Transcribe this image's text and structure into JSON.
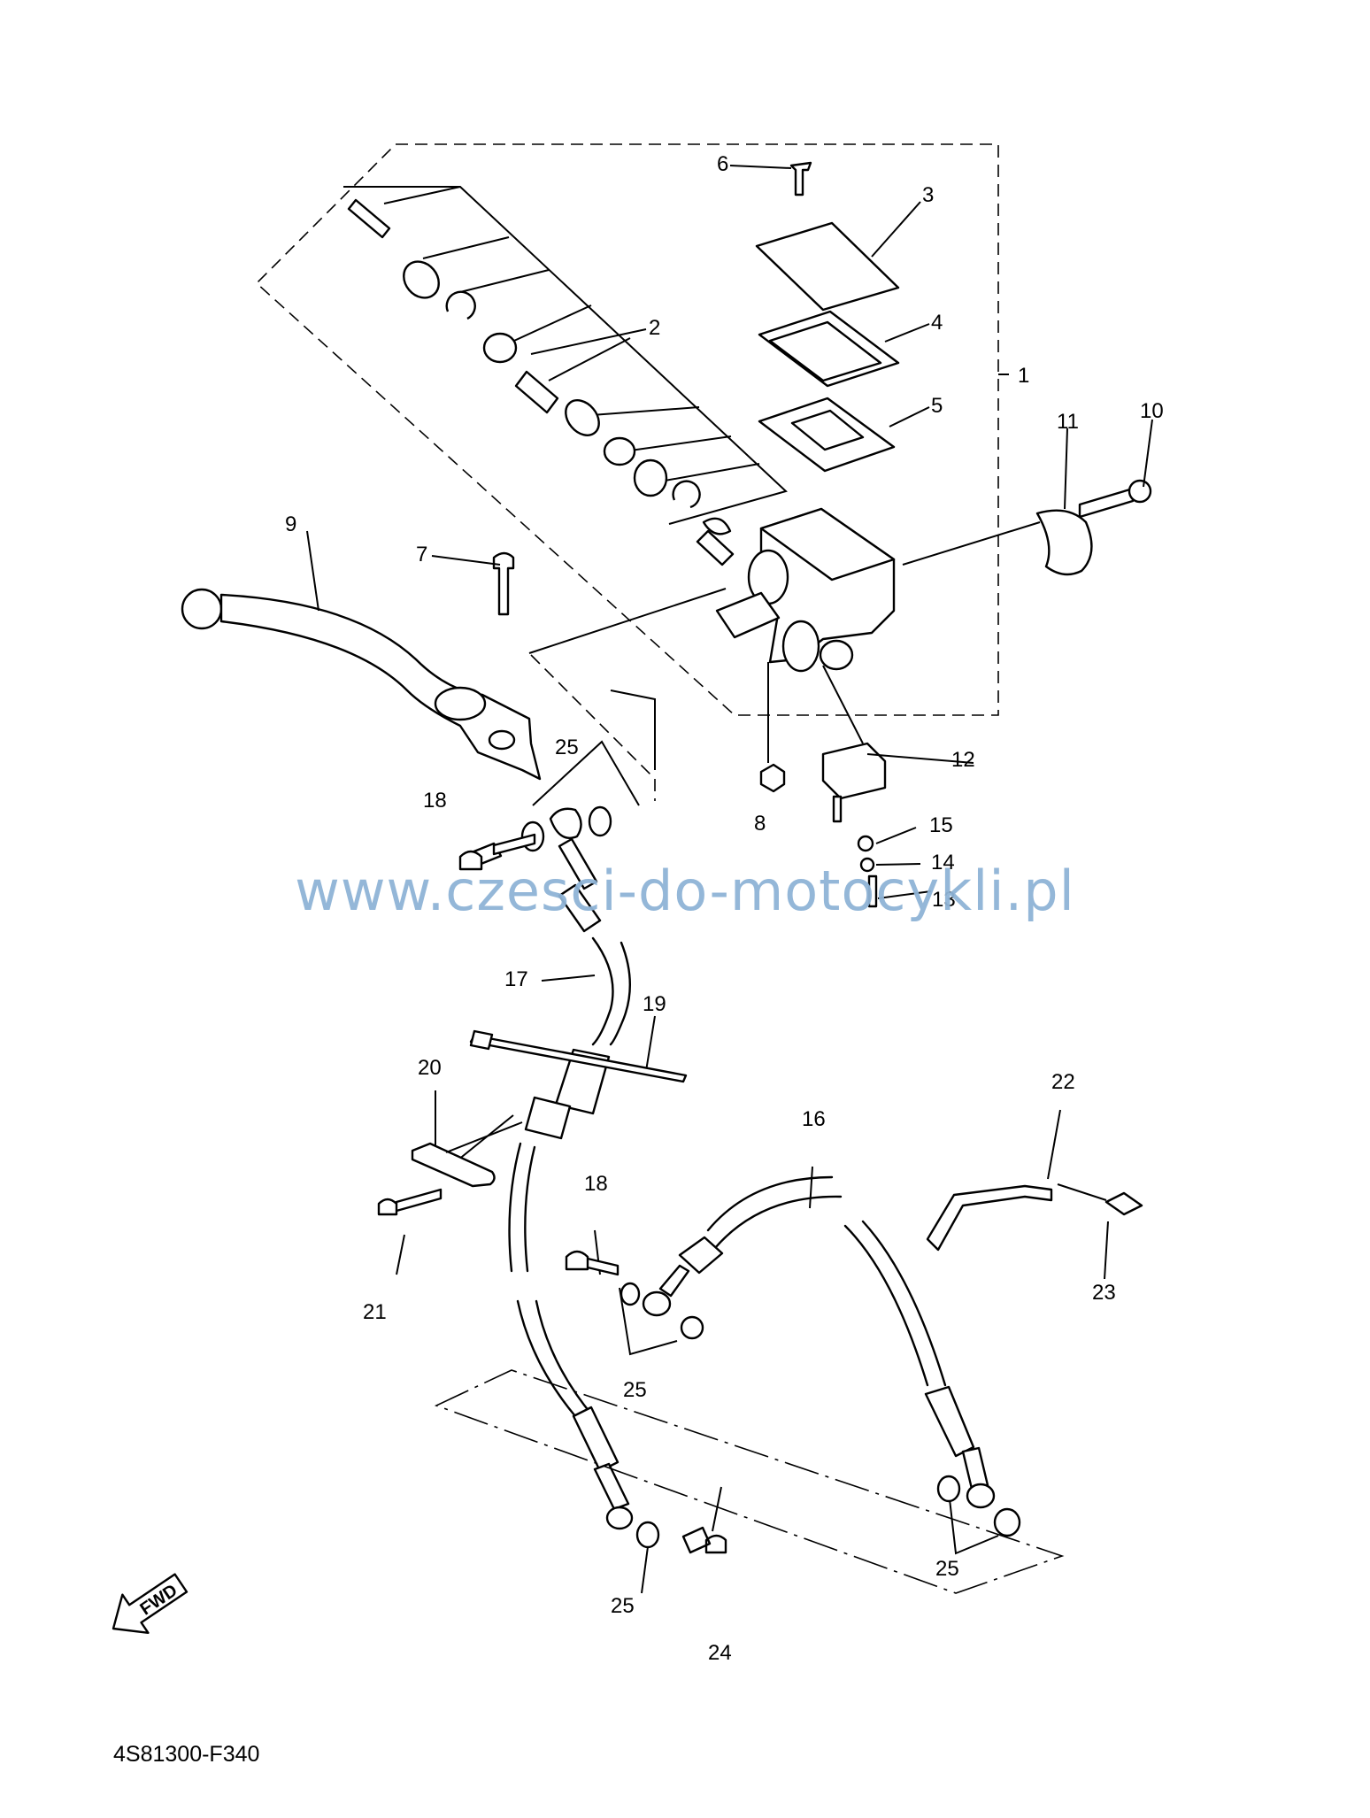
{
  "part_numbers": [
    "1",
    "2",
    "3",
    "4",
    "5",
    "6",
    "7",
    "8",
    "9",
    "10",
    "11",
    "12",
    "13",
    "14",
    "15",
    "16",
    "17",
    "18",
    "18",
    "19",
    "20",
    "21",
    "22",
    "23",
    "24",
    "25",
    "25",
    "25",
    "25"
  ],
  "watermark": "www.czesci-do-motocykli.pl",
  "fwd_label": "FWD",
  "diagram_code": "4S81300-F340"
}
